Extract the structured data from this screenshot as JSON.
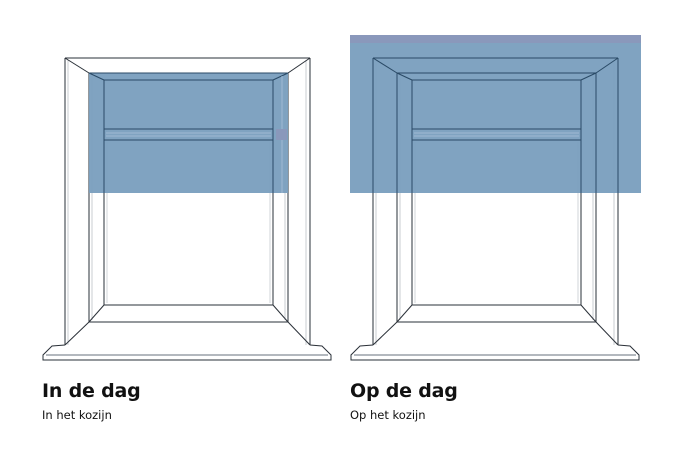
{
  "colors": {
    "blind": "#7b9fbe",
    "blind_edge": "#8a98bb",
    "line": "#2a3038",
    "line_light": "#9aa0a8",
    "background": "#ffffff"
  },
  "panels": [
    {
      "id": "inside-mount",
      "title": "In de dag",
      "subtitle": "In het kozijn"
    },
    {
      "id": "outside-mount",
      "title": "Op de dag",
      "subtitle": "Op het kozijn"
    }
  ]
}
